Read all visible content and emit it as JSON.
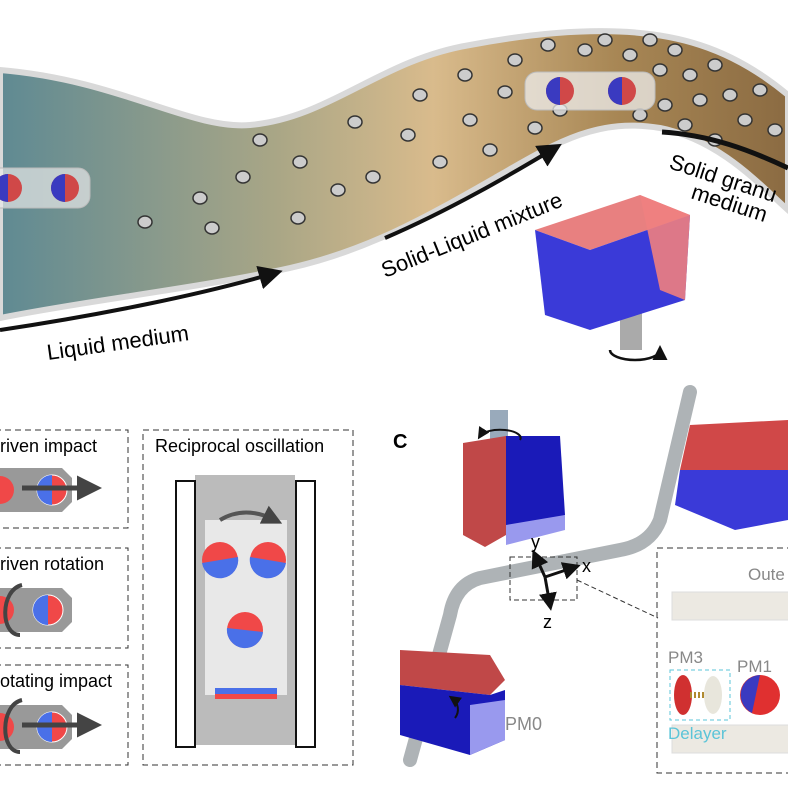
{
  "panel_a": {
    "labels": {
      "liquid": "Liquid medium",
      "mixture": "Solid-Liquid mixture",
      "granular_line1": "Solid granu",
      "granular_line2": "medium"
    },
    "colors": {
      "liquid": "#5f8a93",
      "mixture": "#d9bb8c",
      "granular": "#8b6b42"
    }
  },
  "panel_b": {
    "modes": [
      {
        "title": "riven impact"
      },
      {
        "title": "riven rotation"
      },
      {
        "title": "otating impact"
      }
    ],
    "oscillation_title": "Reciprocal oscillation"
  },
  "panel_c": {
    "letter": "C",
    "axes": {
      "x": "x",
      "y": "y",
      "z": "z"
    },
    "magnet_label": "PM0",
    "inset": {
      "outer": "Oute",
      "pm3": "PM3",
      "pm1": "PM1",
      "delayer": "Delayer"
    },
    "colors": {
      "north": "#d04848",
      "south": "#2a2ab8",
      "delayer": "#5bc4d8"
    }
  }
}
